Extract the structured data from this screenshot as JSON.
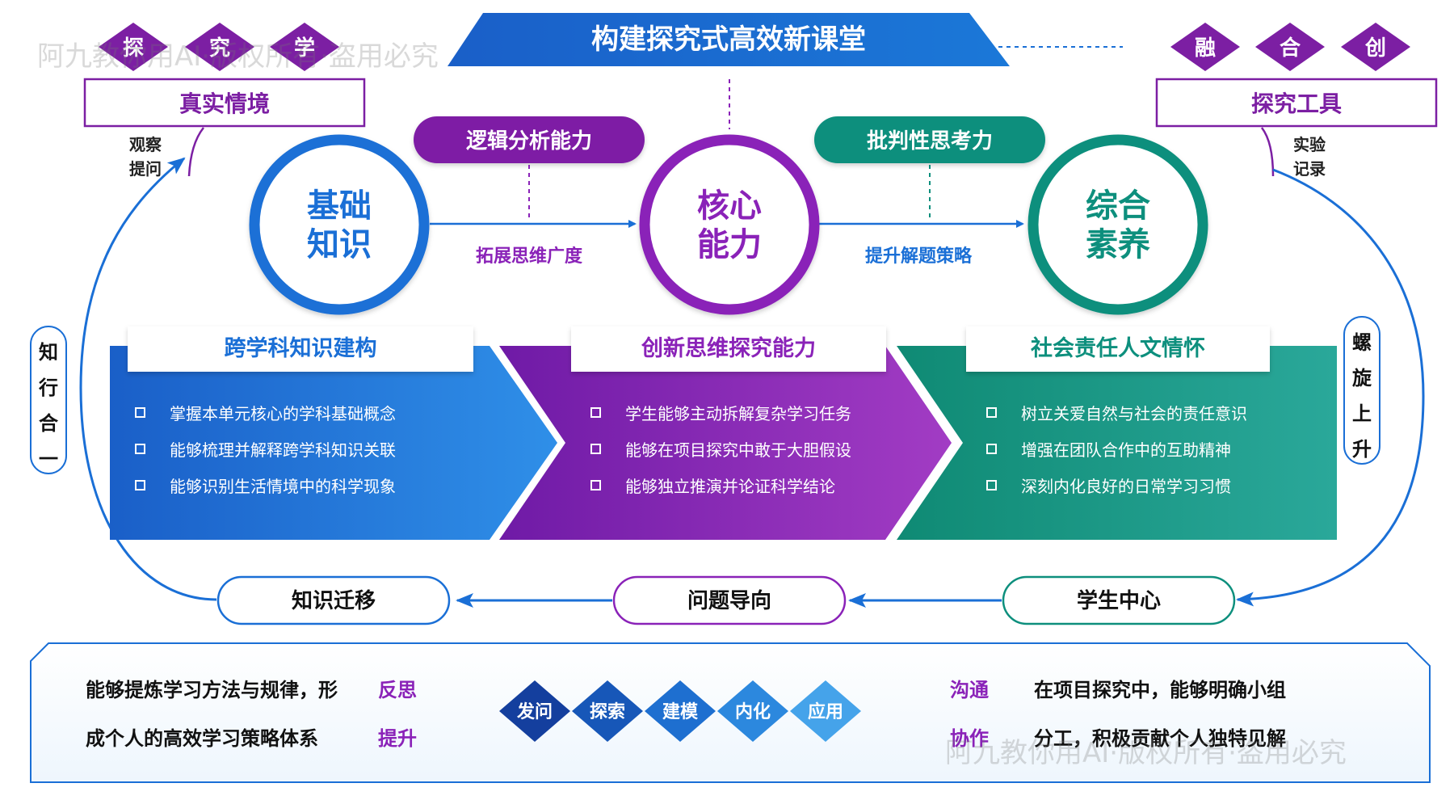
{
  "title": "构建探究式高效新课堂",
  "left_diamonds": [
    "探",
    "究",
    "学"
  ],
  "right_diamonds": [
    "融",
    "合",
    "创"
  ],
  "left_box": "真实情境",
  "right_box": "探究工具",
  "left_note": [
    "观察",
    "提问"
  ],
  "right_note": [
    "实验",
    "记录"
  ],
  "left_vertical": [
    "知",
    "行",
    "合",
    "一"
  ],
  "right_vertical": [
    "螺",
    "旋",
    "上",
    "升"
  ],
  "circles": [
    {
      "lines": [
        "基础",
        "知识"
      ],
      "color": "#1a6fd6"
    },
    {
      "lines": [
        "核心",
        "能力"
      ],
      "color": "#8a22b8"
    },
    {
      "lines": [
        "综合",
        "素养"
      ],
      "color": "#0d8f7d"
    }
  ],
  "top_pills": [
    {
      "label": "逻辑分析能力",
      "color": "#7e1fa5"
    },
    {
      "label": "批判性思考力",
      "color": "#0d8f7d"
    }
  ],
  "connector_labels": [
    {
      "label": "拓展思维广度",
      "color": "#8a22b8"
    },
    {
      "label": "提升解题策略",
      "color": "#1a6fd6"
    }
  ],
  "panels": [
    {
      "header": "跨学科知识建构",
      "header_color": "#1a6fd6",
      "items": [
        "掌握本单元核心的学科基础概念",
        "能够梳理并解释跨学科知识关联",
        "能够识别生活情境中的科学现象"
      ]
    },
    {
      "header": "创新思维探究能力",
      "header_color": "#8a22b8",
      "items": [
        "学生能够主动拆解复杂学习任务",
        "能够在项目探究中敢于大胆假设",
        "能够独立推演并论证科学结论"
      ]
    },
    {
      "header": "社会责任人文情怀",
      "header_color": "#0d8f7d",
      "items": [
        "树立关爱自然与社会的责任意识",
        "增强在团队合作中的互助精神",
        "深刻内化良好的日常学习习惯"
      ]
    }
  ],
  "bottom_pills": [
    "知识迁移",
    "问题导向",
    "学生中心"
  ],
  "bottom": {
    "left_lines": [
      "能够提炼学习方法与规律，形",
      "成个人的高效学习策略体系"
    ],
    "left_tag": [
      "反思",
      "提升"
    ],
    "diamonds": [
      "发问",
      "探索",
      "建模",
      "内化",
      "应用"
    ],
    "right_tag": [
      "沟通",
      "协作"
    ],
    "right_lines": [
      "在项目探究中，能够明确小组",
      "分工，积极贡献个人独特见解"
    ]
  },
  "watermark": "阿九教你用AI·版权所有·盗用必究",
  "colors": {
    "blue": "#1a6fd6",
    "purple": "#8a22b8",
    "teal": "#0d8f7d",
    "navy": "#1560bd"
  }
}
